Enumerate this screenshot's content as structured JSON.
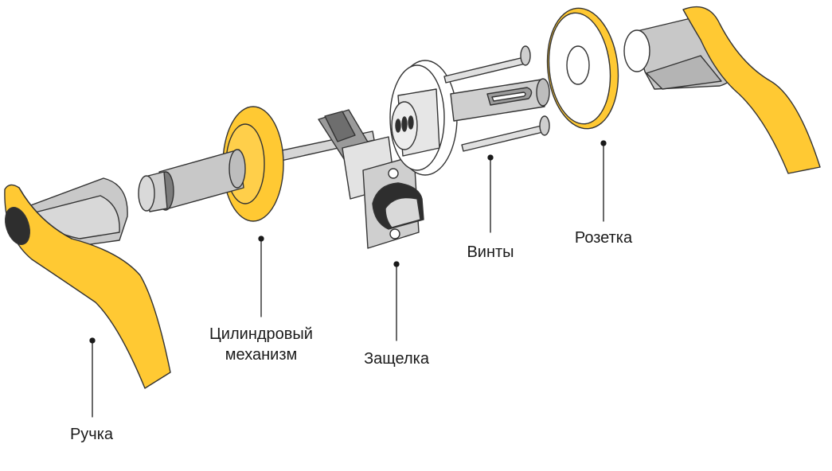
{
  "colors": {
    "yellow": "#FFC933",
    "metal_light": "#D2D2D2",
    "metal_mid": "#BDBDBD",
    "metal_dark": "#8E8E8E",
    "outline": "#333333",
    "dark": "#2E2E2E",
    "white": "#FFFFFF"
  },
  "labels": {
    "handle": "Ручка",
    "cylinder_line1": "Цилиндровый",
    "cylinder_line2": "механизм",
    "latch": "Защелка",
    "screws": "Винты",
    "rosette": "Розетка"
  }
}
